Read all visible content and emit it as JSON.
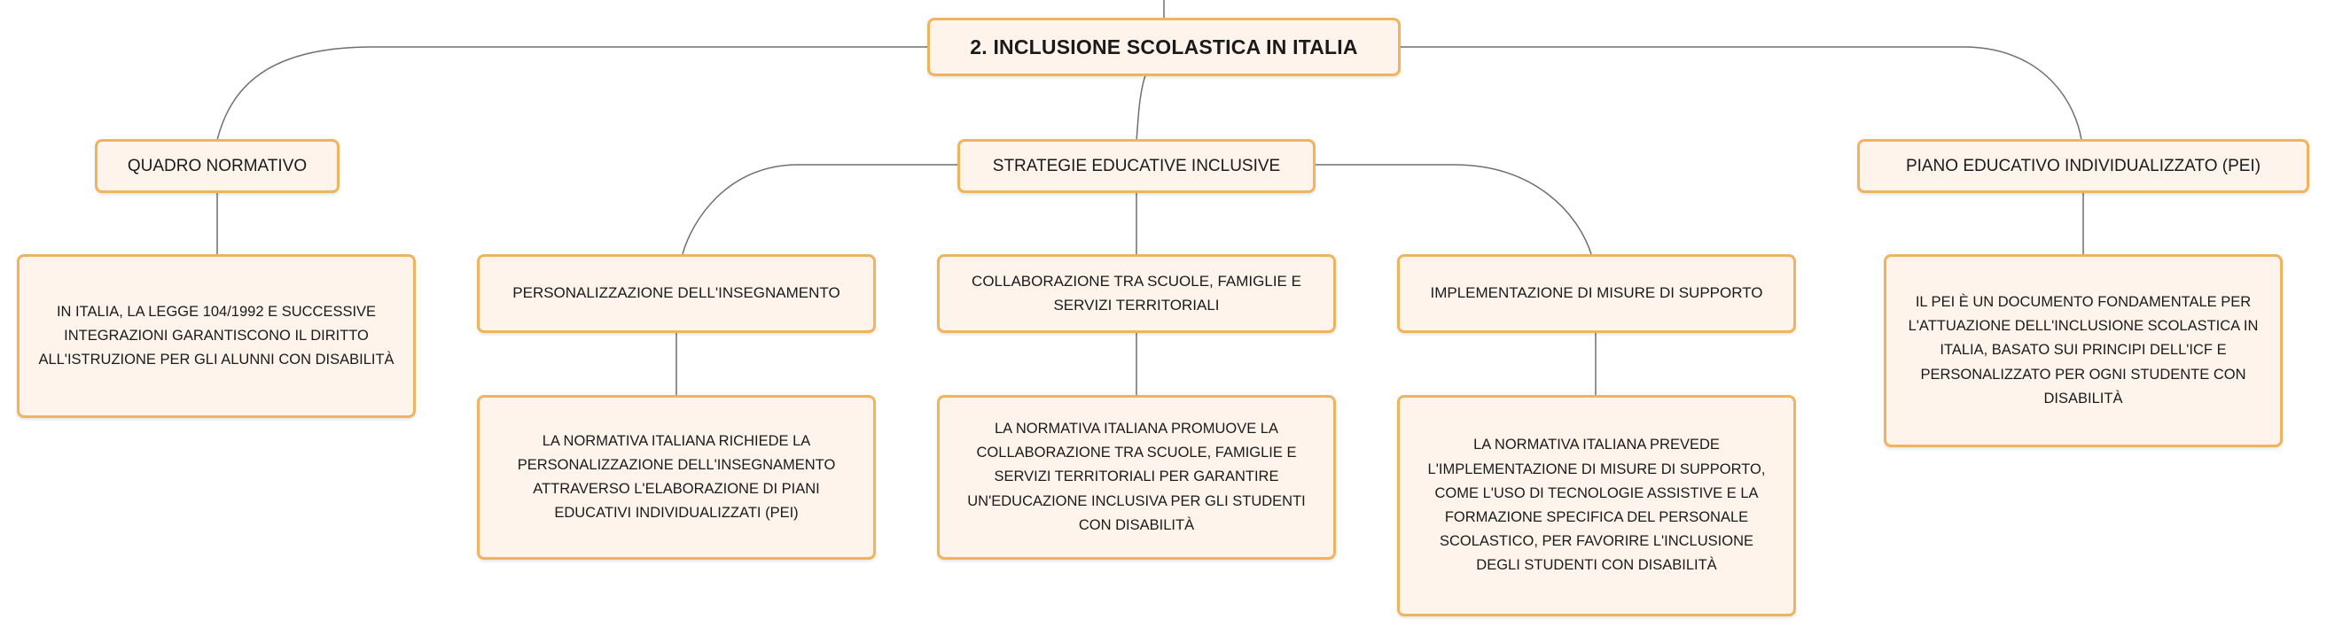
{
  "root": {
    "title": "2. INCLUSIONE SCOLASTICA IN ITALIA"
  },
  "branches": {
    "quadro": {
      "title": "QUADRO NORMATIVO",
      "detail": "IN ITALIA, LA LEGGE 104/1992 E SUCCESSIVE INTEGRAZIONI GARANTISCONO IL DIRITTO ALL'ISTRUZIONE PER GLI ALUNNI CON DISABILITÀ"
    },
    "strategie": {
      "title": "STRATEGIE EDUCATIVE INCLUSIVE",
      "children": [
        {
          "title": "PERSONALIZZAZIONE DELL'INSEGNAMENTO",
          "detail": "LA NORMATIVA ITALIANA RICHIEDE LA PERSONALIZZAZIONE DELL'INSEGNAMENTO ATTRAVERSO L'ELABORAZIONE DI PIANI EDUCATIVI INDIVIDUALIZZATI (PEI)"
        },
        {
          "title": "COLLABORAZIONE TRA SCUOLE, FAMIGLIE E SERVIZI TERRITORIALI",
          "detail": "LA NORMATIVA ITALIANA PROMUOVE LA COLLABORAZIONE TRA SCUOLE, FAMIGLIE E SERVIZI TERRITORIALI PER GARANTIRE UN'EDUCAZIONE INCLUSIVA PER GLI STUDENTI CON DISABILITÀ"
        },
        {
          "title": "IMPLEMENTAZIONE DI MISURE DI SUPPORTO",
          "detail": "LA NORMATIVA ITALIANA PREVEDE L'IMPLEMENTAZIONE DI MISURE DI SUPPORTO, COME L'USO DI TECNOLOGIE ASSISTIVE E LA FORMAZIONE SPECIFICA DEL PERSONALE SCOLASTICO, PER FAVORIRE L'INCLUSIONE DEGLI STUDENTI CON DISABILITÀ"
        }
      ]
    },
    "pei": {
      "title": "PIANO EDUCATIVO INDIVIDUALIZZATO (PEI)",
      "detail": "IL PEI È UN DOCUMENTO FONDAMENTALE PER L'ATTUAZIONE DELL'INCLUSIONE SCOLASTICA IN ITALIA, BASATO SUI PRINCIPI DELL'ICF E PERSONALIZZATO PER OGNI STUDENTE CON DISABILITÀ"
    }
  },
  "colors": {
    "node_fill": "#fef4ec",
    "node_border": "#f0b35e",
    "connector": "#6f6f6f"
  }
}
